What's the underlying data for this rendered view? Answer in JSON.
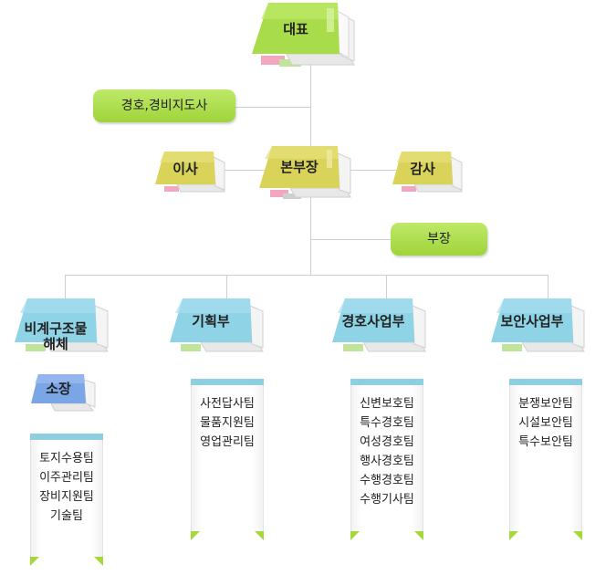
{
  "nodes": {
    "ceo": "대표",
    "guard_instructor": "경호,경비지도사",
    "director": "이사",
    "hq": "본부장",
    "audit": "감사",
    "manager": "부장"
  },
  "departments": [
    {
      "name": "비계구조물\n해체",
      "sub": "소장",
      "teams": [
        "토지수용팀",
        "이주관리팀",
        "장비지원팀",
        "기술팀"
      ]
    },
    {
      "name": "기획부",
      "teams": [
        "사전답사팀",
        "물품지원팀",
        "영업관리팀"
      ]
    },
    {
      "name": "경호사업부",
      "teams": [
        "신변보호팀",
        "특수경호팀",
        "여성경호팀",
        "행사경호팀",
        "수행경호팀",
        "수행기사팀"
      ]
    },
    {
      "name": "보안사업부",
      "teams": [
        "분쟁보안팀",
        "시설보안팀",
        "특수보안팀"
      ]
    }
  ],
  "colors": {
    "green_folder": "#a8dc4a",
    "yellow_folder": "#d9d35a",
    "blue_folder": "#8ed3e6",
    "sub_folder": "#7aa6e6",
    "ribbon_top": "#8dcfe0",
    "ribbon_tail": "#a5d83a",
    "line": "#cfcfcf"
  }
}
